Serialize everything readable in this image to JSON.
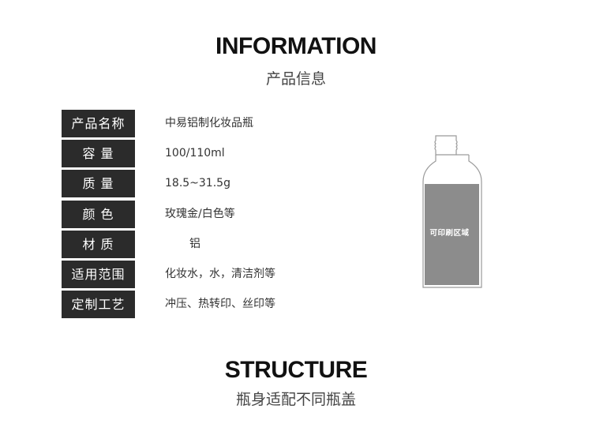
{
  "information": {
    "title": "INFORMATION",
    "subtitle": "产品信息"
  },
  "specs": [
    {
      "label": "产品名称",
      "value": "中易铝制化妆品瓶"
    },
    {
      "label": "容 量",
      "value": "100/110ml"
    },
    {
      "label": "质 量",
      "value": "18.5~31.5g"
    },
    {
      "label": "颜 色",
      "value": "玫瑰金/白色等"
    },
    {
      "label": "材 质",
      "value": "铝"
    },
    {
      "label": "适用范围",
      "value": "化妆水，水，清洁剂等"
    },
    {
      "label": "定制工艺",
      "value": "冲压、热转印、丝印等"
    }
  ],
  "bottle": {
    "print_area_label": "可印刷区域",
    "print_area_color": "#8c8c8c",
    "outline_color": "#9a9a9a"
  },
  "structure": {
    "title": "STRUCTURE",
    "subtitle": "瓶身适配不同瓶盖"
  }
}
